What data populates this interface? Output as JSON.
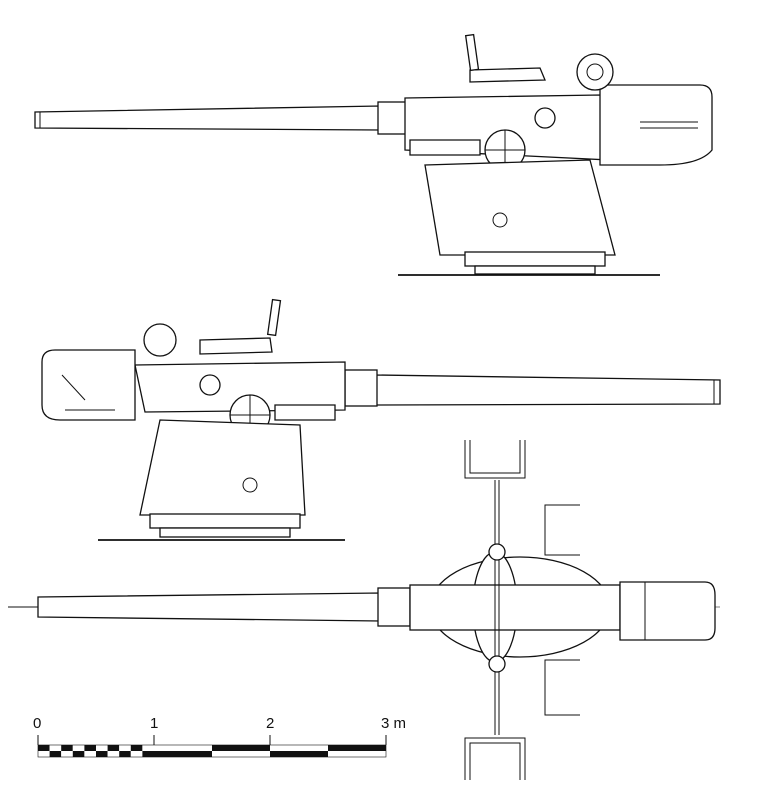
{
  "scale_bar": {
    "labels": [
      "0",
      "1",
      "2",
      "3 m"
    ],
    "unit": "m",
    "max_value": 3,
    "fine_divisions_first_meter": 10
  },
  "colors": {
    "ink": "#111111",
    "paper": "#ffffff"
  }
}
